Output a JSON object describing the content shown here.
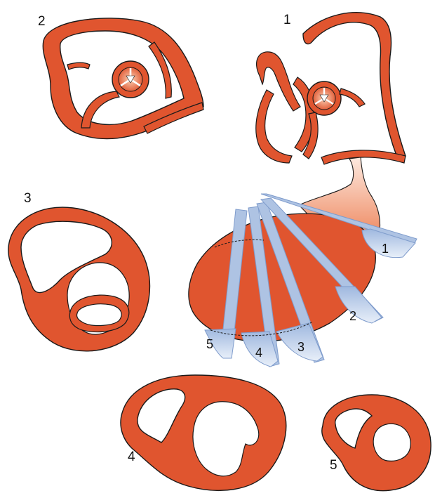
{
  "labels": {
    "section_1": "1",
    "section_2": "2",
    "section_3": "3",
    "section_4": "4",
    "section_5": "5",
    "plane_1": "1",
    "plane_2": "2",
    "plane_3": "3",
    "plane_4": "4",
    "plane_5": "5"
  },
  "colors": {
    "myocardium": "#e0552f",
    "outline": "#1a1a1a",
    "plane_fill": "#aec3e3",
    "plane_edge": "#7f9ccc",
    "valve_light": "#f6b48f",
    "vessel_top": "#fde4d8",
    "background": "#ffffff"
  }
}
